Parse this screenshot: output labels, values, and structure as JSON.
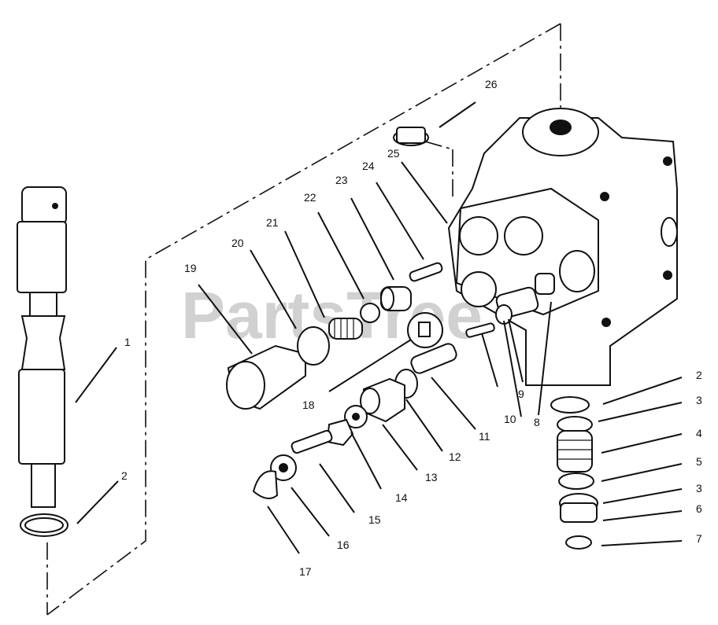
{
  "watermark": "PartsTree",
  "callouts": [
    {
      "id": "c1",
      "text": "1"
    },
    {
      "id": "c2a",
      "text": "2"
    },
    {
      "id": "c2b",
      "text": "2"
    },
    {
      "id": "c3a",
      "text": "3"
    },
    {
      "id": "c3b",
      "text": "3"
    },
    {
      "id": "c4",
      "text": "4"
    },
    {
      "id": "c5",
      "text": "5"
    },
    {
      "id": "c6",
      "text": "6"
    },
    {
      "id": "c7",
      "text": "7"
    },
    {
      "id": "c8",
      "text": "8"
    },
    {
      "id": "c9",
      "text": "9"
    },
    {
      "id": "c10",
      "text": "10"
    },
    {
      "id": "c11",
      "text": "11"
    },
    {
      "id": "c12",
      "text": "12"
    },
    {
      "id": "c13",
      "text": "13"
    },
    {
      "id": "c14",
      "text": "14"
    },
    {
      "id": "c15",
      "text": "15"
    },
    {
      "id": "c16",
      "text": "16"
    },
    {
      "id": "c17",
      "text": "17"
    },
    {
      "id": "c18",
      "text": "18"
    },
    {
      "id": "c19",
      "text": "19"
    },
    {
      "id": "c20",
      "text": "20"
    },
    {
      "id": "c21",
      "text": "21"
    },
    {
      "id": "c22",
      "text": "22"
    },
    {
      "id": "c23",
      "text": "23"
    },
    {
      "id": "c24",
      "text": "24"
    },
    {
      "id": "c25",
      "text": "25"
    },
    {
      "id": "c26",
      "text": "26"
    }
  ]
}
